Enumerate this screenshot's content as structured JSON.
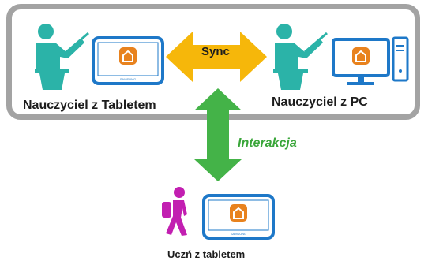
{
  "labels": {
    "teacher_tablet": "Nauczyciel z Tabletem",
    "teacher_pc": "Nauczyciel z PC",
    "sync": "Sync",
    "interaction": "Interakcja",
    "student_tablet": "Uczń z tabletem",
    "tablet_brand": "SAMSUNG"
  },
  "colors": {
    "teacher": "#2bb3a8",
    "device": "#1e78c8",
    "app_icon": "#e8821e",
    "sync_arrow": "#f6b70a",
    "interaction_arrow": "#44b348",
    "student": "#c21fb1",
    "panel_border": "#a3a3a3"
  },
  "icons": [
    "teacher-icon",
    "tablet-icon",
    "monitor-icon",
    "pc-tower-icon",
    "app-icon",
    "student-icon"
  ]
}
